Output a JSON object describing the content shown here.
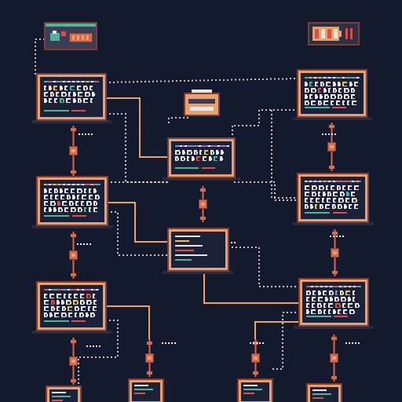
{
  "colors": {
    "background": "#141a2e",
    "screen": "#1b2238",
    "frame": "#e9a070",
    "frame_dark": "#7a3e34",
    "base": "#2a2a3c",
    "wire_solid": "#e9a560",
    "wire_dotted": "#c9c2c0",
    "connector": "#d86a4e",
    "glyph_light": "#ece6e2",
    "accent_green": "#4fb39a",
    "accent_red": "#d9504a",
    "accent_yellow": "#e8c34c",
    "accent_purple": "#9c6ad0"
  },
  "nodes": [
    {
      "id": "monitor-top-left",
      "kind": "monitor",
      "content": "glyph-grid"
    },
    {
      "id": "monitor-top-right",
      "kind": "monitor",
      "content": "glyph-grid"
    },
    {
      "id": "monitor-center-upper",
      "kind": "monitor",
      "content": "glyph-grid"
    },
    {
      "id": "monitor-mid-left",
      "kind": "monitor",
      "content": "glyph-grid"
    },
    {
      "id": "monitor-mid-right",
      "kind": "monitor",
      "content": "glyph-grid"
    },
    {
      "id": "monitor-center-lower",
      "kind": "monitor",
      "content": "text-lines"
    },
    {
      "id": "monitor-lower-left",
      "kind": "monitor",
      "content": "glyph-grid"
    },
    {
      "id": "monitor-lower-right",
      "kind": "monitor",
      "content": "glyph-grid"
    },
    {
      "id": "terminal-bottom-1",
      "kind": "small-terminal"
    },
    {
      "id": "terminal-bottom-2",
      "kind": "small-terminal"
    },
    {
      "id": "terminal-bottom-3",
      "kind": "small-terminal"
    },
    {
      "id": "terminal-bottom-4",
      "kind": "small-terminal"
    },
    {
      "id": "router-top-left",
      "kind": "router"
    },
    {
      "id": "battery-top-right",
      "kind": "battery"
    },
    {
      "id": "printer-center",
      "kind": "printer"
    }
  ],
  "edge_styles": [
    "solid",
    "dotted"
  ]
}
